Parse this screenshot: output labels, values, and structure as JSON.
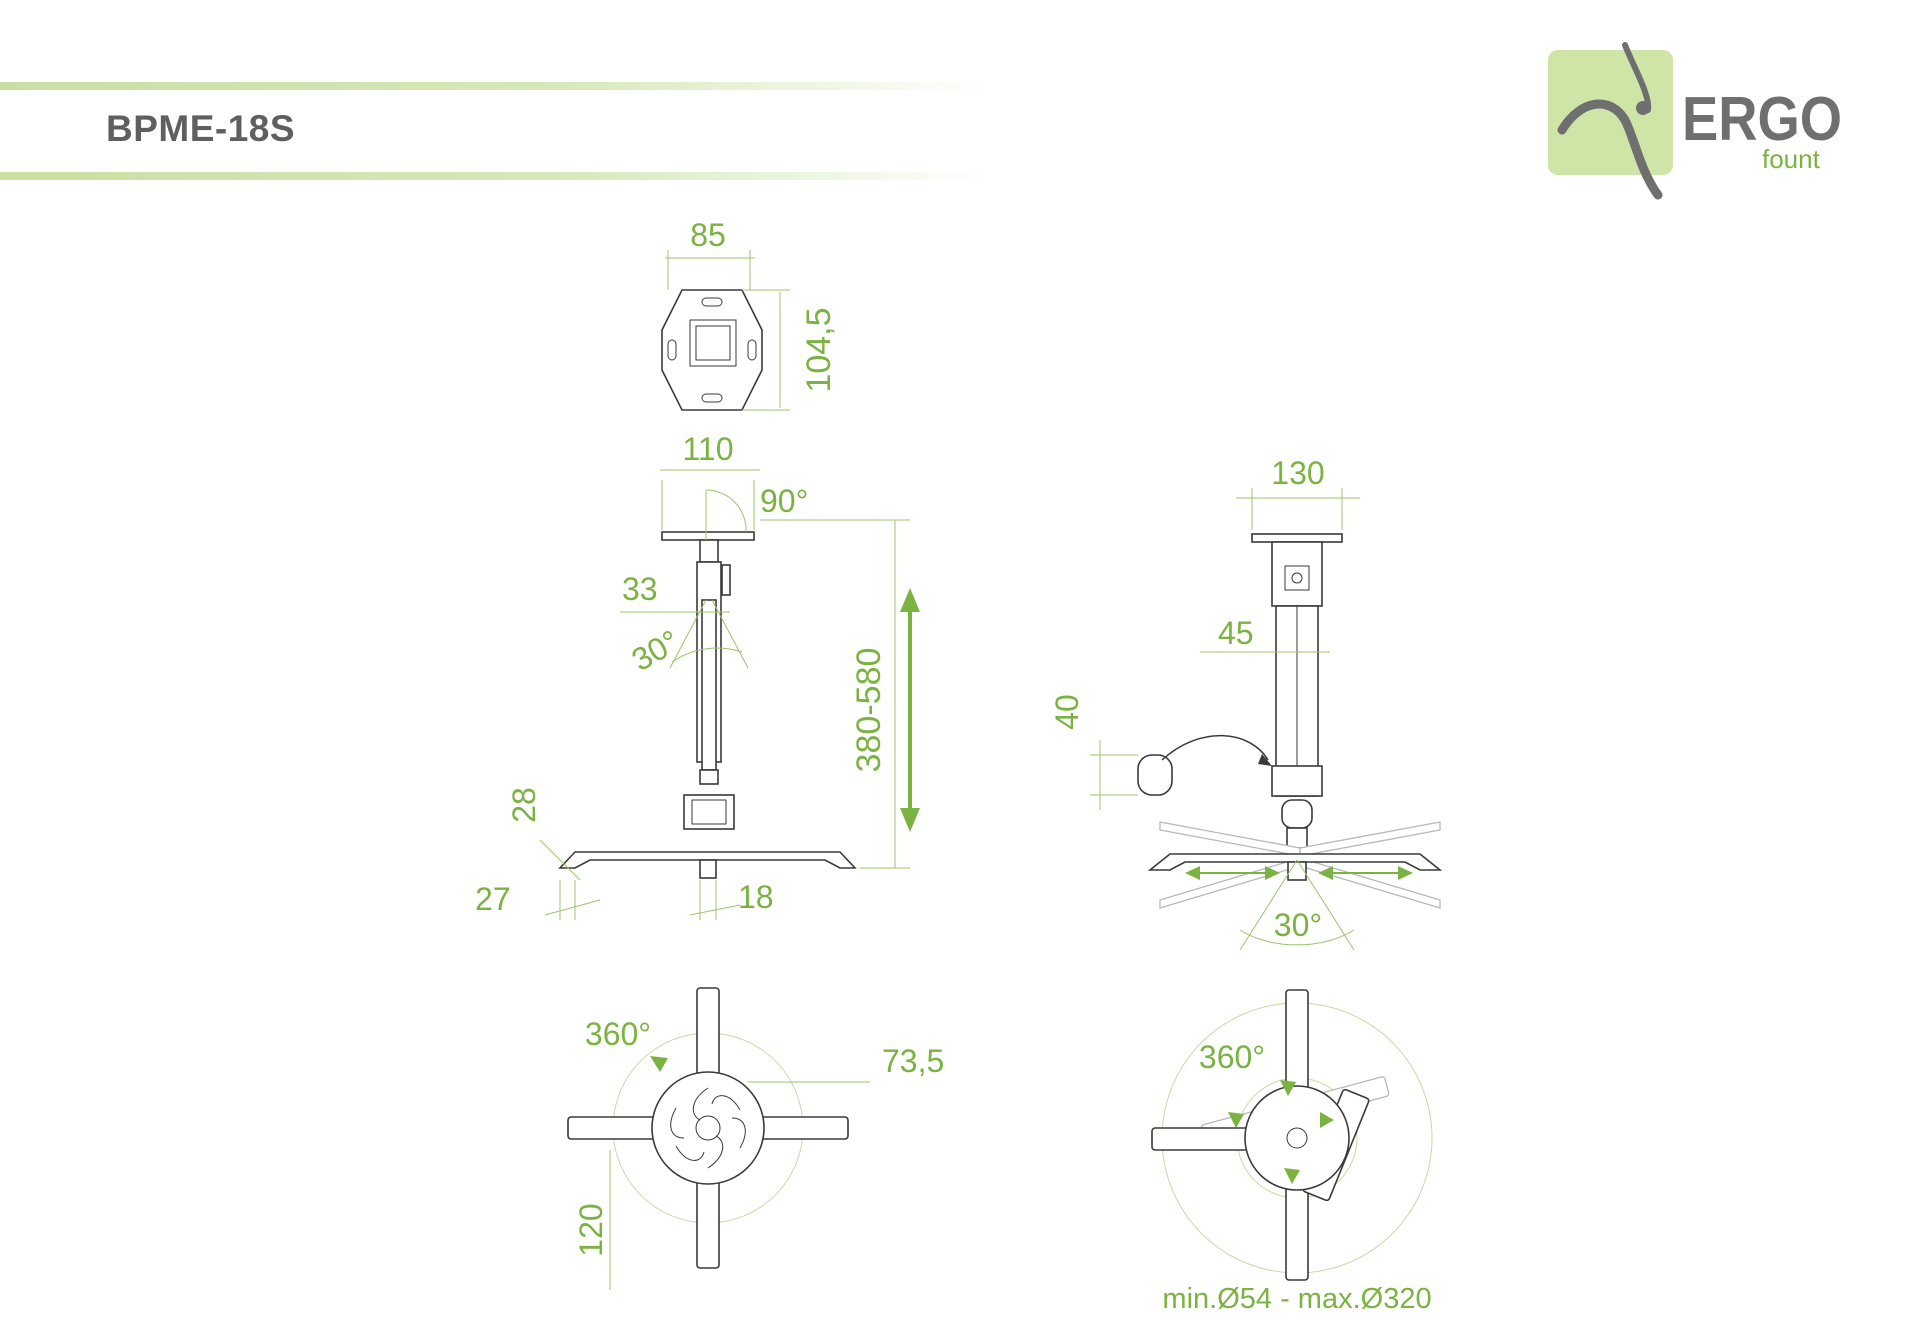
{
  "header": {
    "title": "BPME-18S"
  },
  "logo": {
    "brand": "ERGO",
    "sub": "fount",
    "bg_color": "#cfe5a8",
    "text_color": "#6f6f6f",
    "sub_color": "#7bb342"
  },
  "colors": {
    "accent": "#7bb342",
    "line": "#3a3a3a",
    "band": "#c9dfa4"
  },
  "top_view": {
    "width": "85",
    "height": "104,5"
  },
  "side_view": {
    "plate_width": "110",
    "tilt_top": "90°",
    "pole_width": "33",
    "swing": "30°",
    "height_range": "380-580",
    "bracket_height": "28",
    "arm_offset": "27",
    "center_width": "18"
  },
  "front_view": {
    "plate_width": "130",
    "pole_width": "45",
    "cap_height": "40",
    "tilt": "30°"
  },
  "bottom_view": {
    "rotation": "360°",
    "arm_radius": "73,5",
    "arm_length": "120"
  },
  "adjust_view": {
    "rotation": "360°",
    "range": "min.Ø54 - max.Ø320"
  }
}
